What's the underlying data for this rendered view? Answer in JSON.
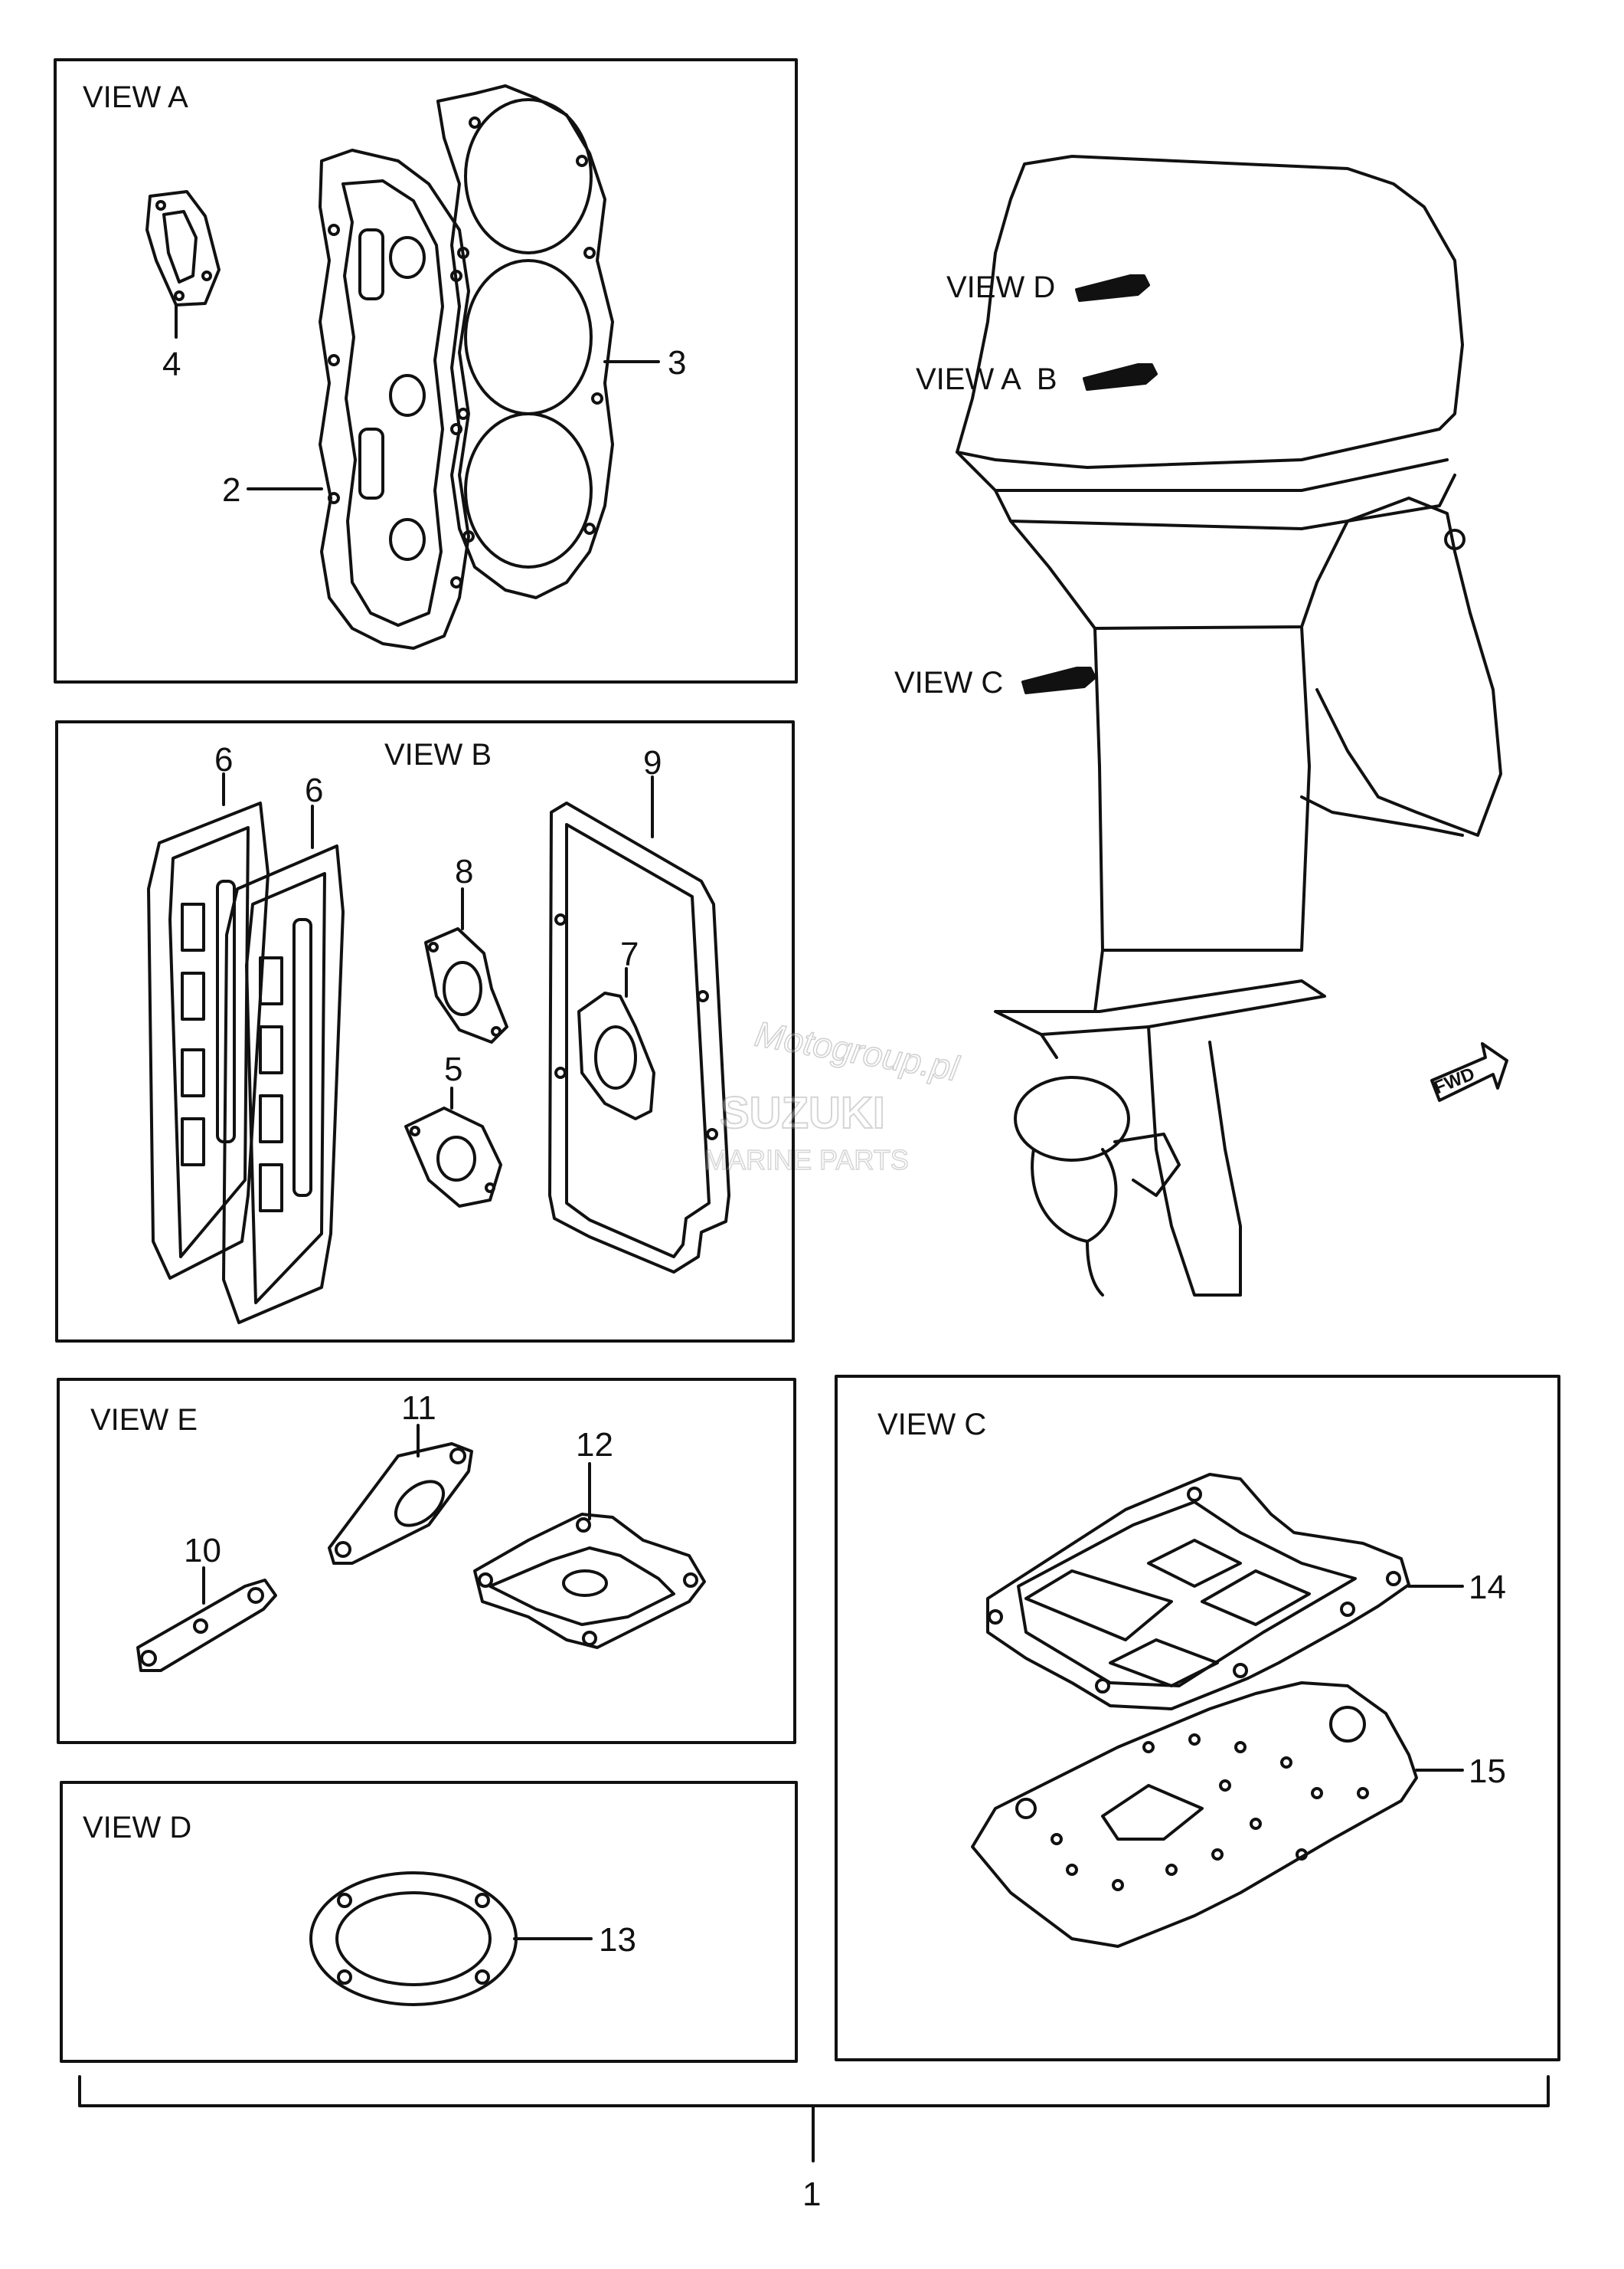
{
  "views": {
    "a": "VIEW A",
    "b": "VIEW B",
    "c": "VIEW C",
    "d": "VIEW D",
    "e": "VIEW E"
  },
  "engine_pointers": {
    "d": "VIEW D",
    "ab": "VIEW A  B",
    "c": "VIEW C"
  },
  "fwd_label": "FWD",
  "callouts": {
    "p1": "1",
    "p2": "2",
    "p3": "3",
    "p4": "4",
    "p5": "5",
    "p6a": "6",
    "p6b": "6",
    "p7": "7",
    "p8": "8",
    "p9": "9",
    "p10": "10",
    "p11": "11",
    "p12": "12",
    "p13": "13",
    "p14": "14",
    "p15": "15"
  },
  "watermark": {
    "site": "Motogroup.pl",
    "brand": "SUZUKI",
    "sub": "MARINE PARTS"
  }
}
